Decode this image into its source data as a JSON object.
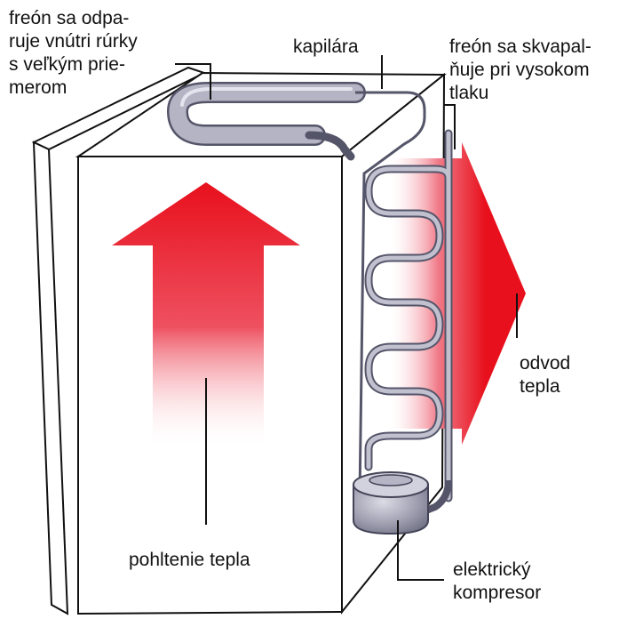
{
  "labels": {
    "evaporator": [
      "freón sa odpa-",
      "ruje vnútri rúrky",
      "s veľkým prie-",
      "merom"
    ],
    "capillary": "kapilára",
    "condenser": [
      "freón sa skvapal-",
      "ňuje pri vysokom",
      "tlaku"
    ],
    "heat_out": [
      "odvod",
      "tepla"
    ],
    "heat_in": "pohltenie tepla",
    "compressor": [
      "elektrický",
      "kompresor"
    ]
  },
  "colors": {
    "arrow_red": "#e8101c",
    "fridge_outline": "#111111",
    "fridge_fill": "#ffffff",
    "pipe_fill": "#a9a9b9",
    "pipe_outline": "#55556a",
    "compressor_fill": "#9b9bad"
  }
}
